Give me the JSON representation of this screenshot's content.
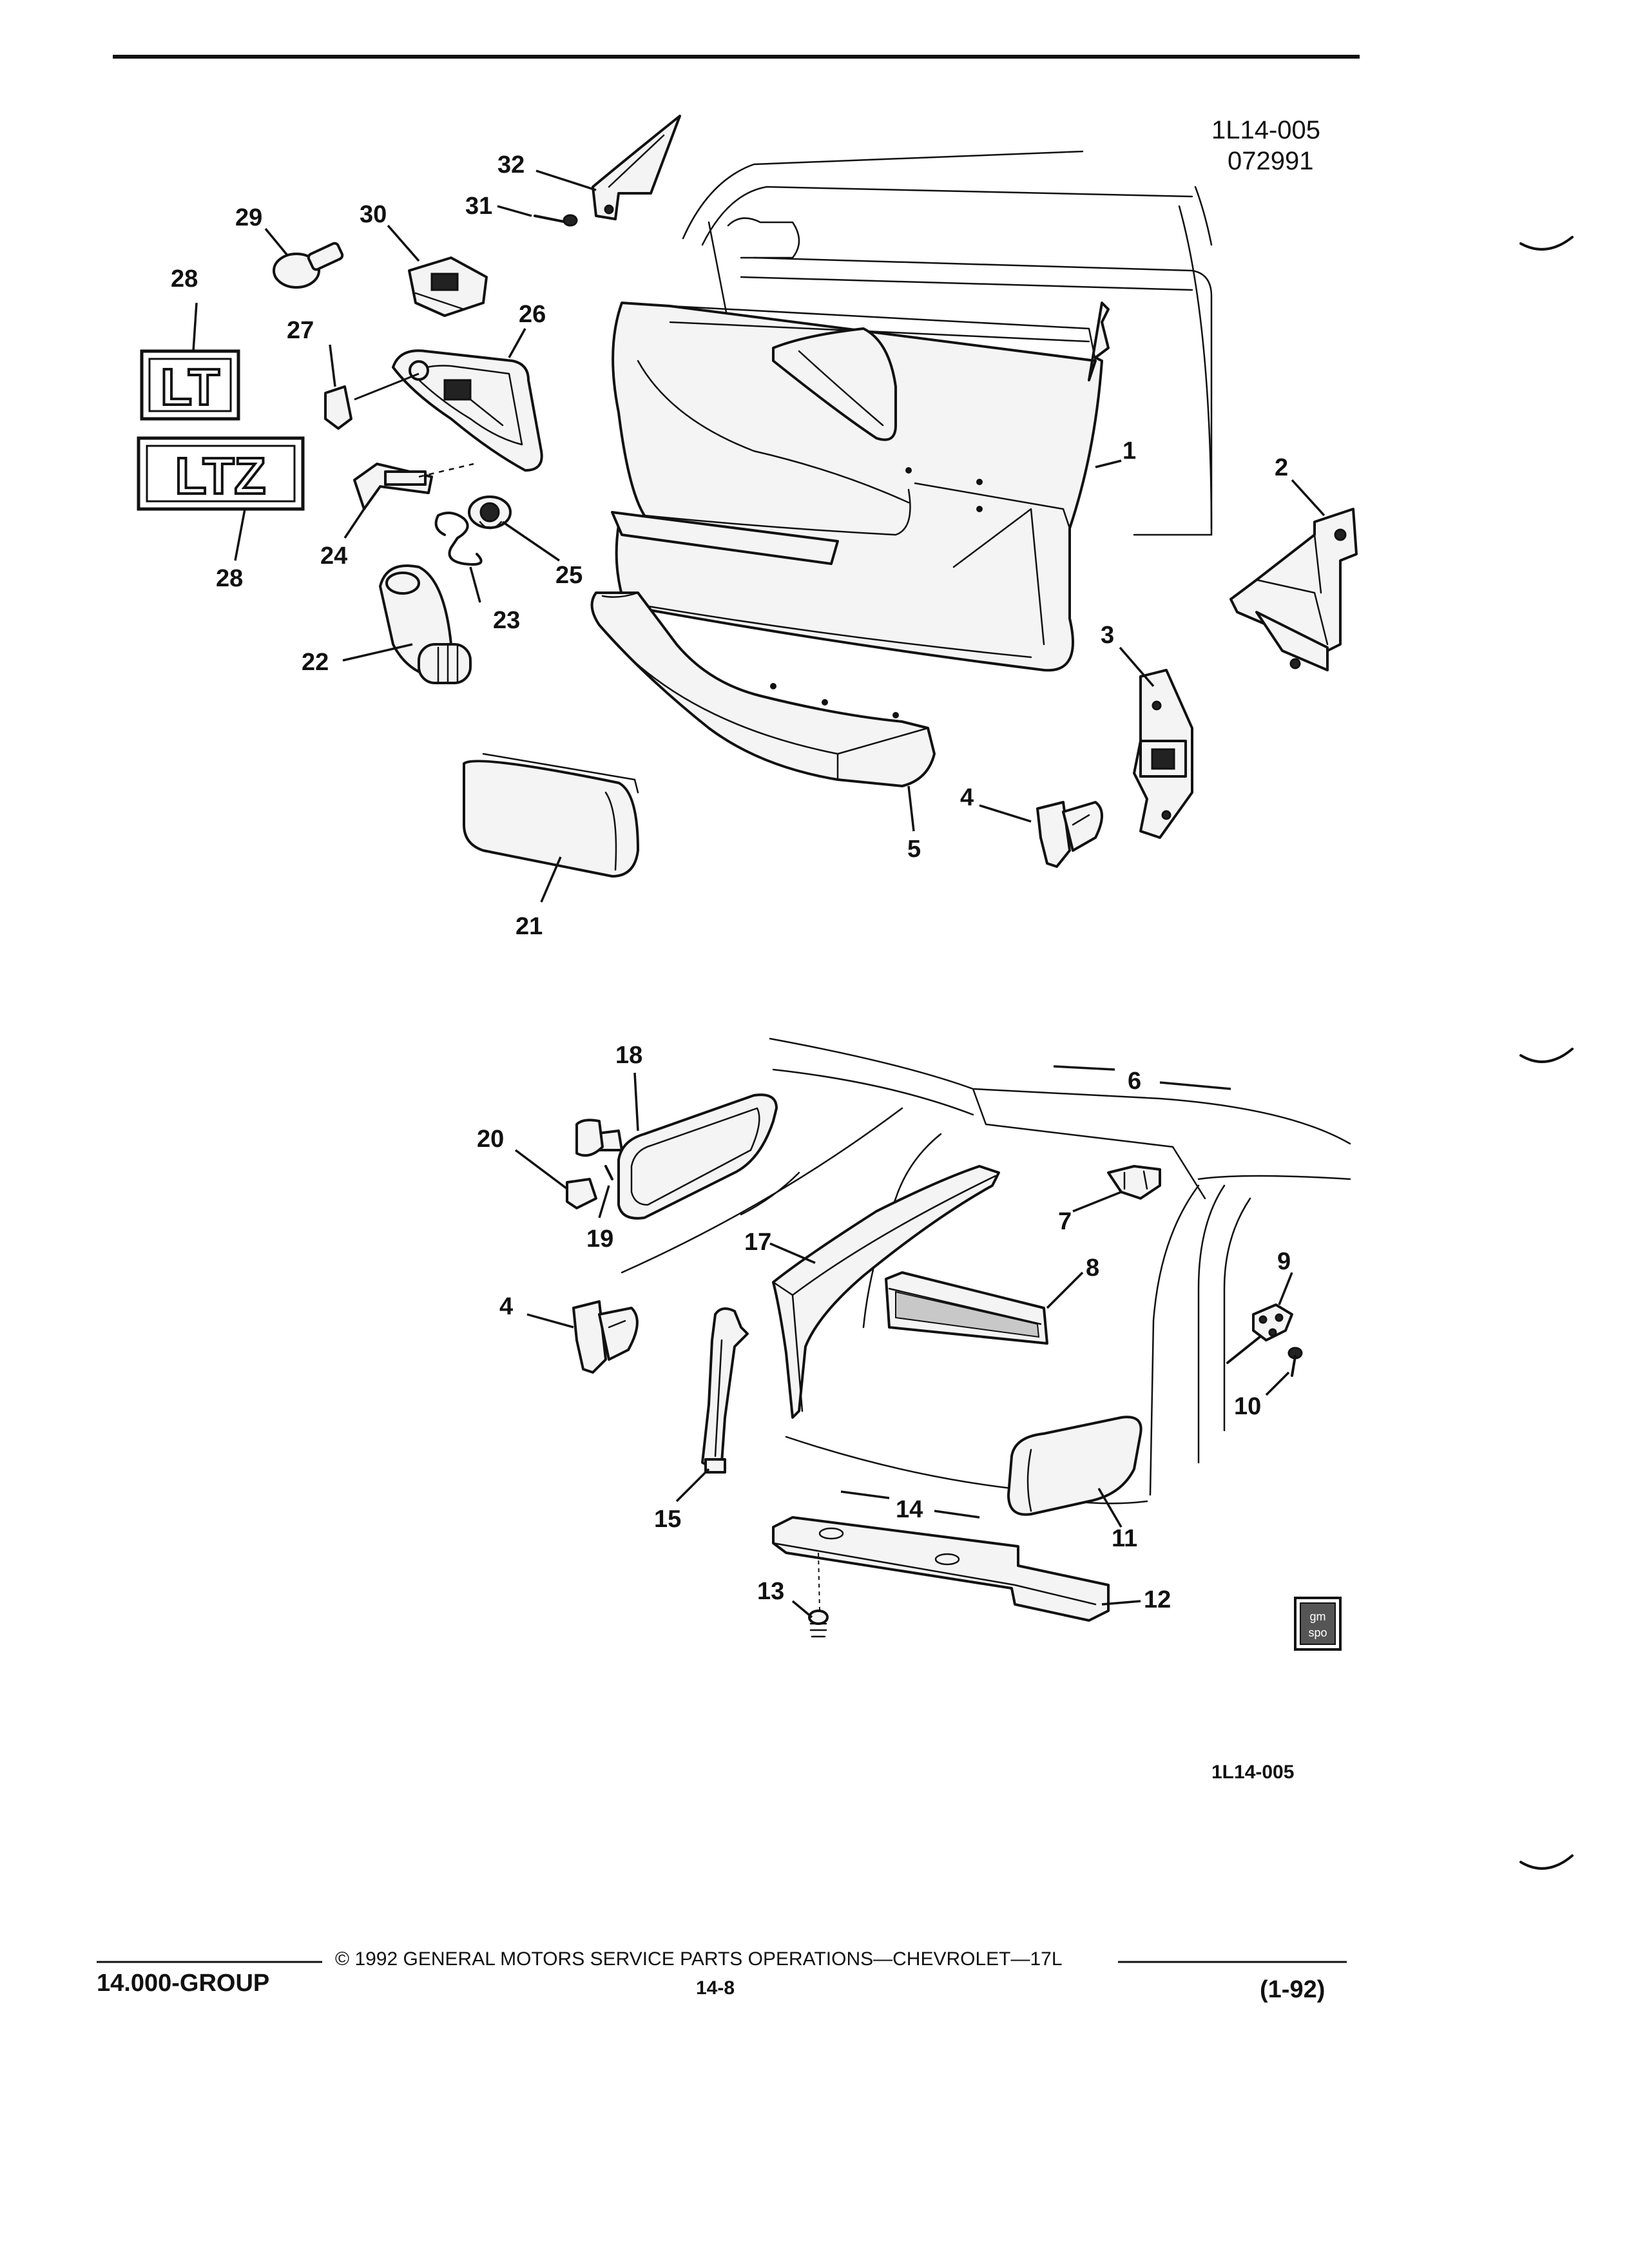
{
  "header": {
    "code_top": "1L14-005",
    "code_date": "072991"
  },
  "callouts": {
    "c1": "1",
    "c2": "2",
    "c3": "3",
    "c4a": "4",
    "c4b": "4",
    "c5": "5",
    "c6": "6",
    "c7": "7",
    "c8": "8",
    "c9": "9",
    "c10": "10",
    "c11": "11",
    "c12": "12",
    "c13": "13",
    "c14": "14",
    "c15": "15",
    "c17": "17",
    "c18": "18",
    "c19": "19",
    "c20": "20",
    "c21": "21",
    "c22": "22",
    "c23": "23",
    "c24": "24",
    "c25": "25",
    "c26": "26",
    "c27": "27",
    "c28a": "28",
    "c28b": "28",
    "c29": "29",
    "c30": "30",
    "c31": "31",
    "c32": "32"
  },
  "badges": {
    "lt": "LT",
    "ltz": "LTZ"
  },
  "logo": {
    "text_top": "gm",
    "text_bottom": "spo"
  },
  "figure_code": "1L14-005",
  "footer": {
    "group": "14.000-GROUP",
    "copyright": "© 1992 GENERAL MOTORS SERVICE PARTS OPERATIONS—CHEVROLET—17L",
    "page": "14-8",
    "revision": "(1-92)"
  }
}
